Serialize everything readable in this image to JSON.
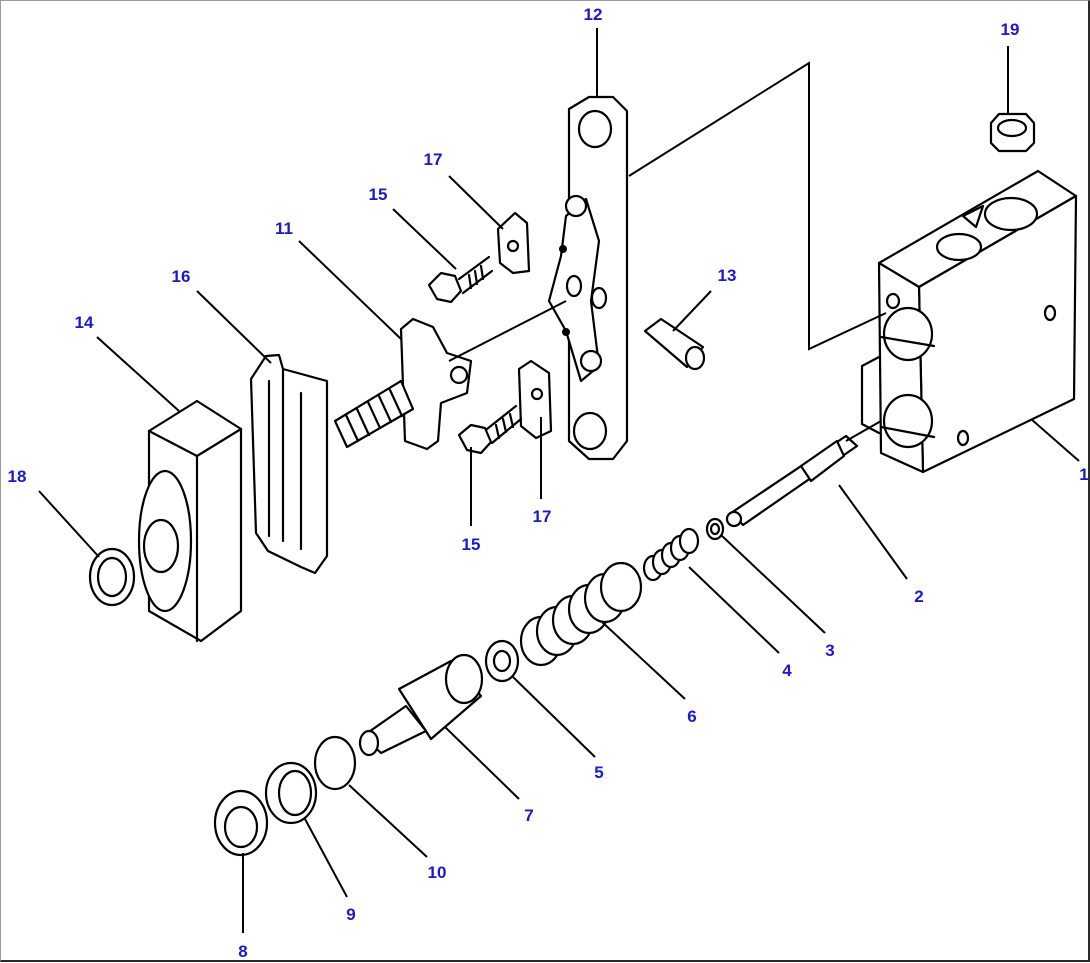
{
  "diagram": {
    "callouts": [
      {
        "id": "c1",
        "label": "1"
      },
      {
        "id": "c2",
        "label": "2"
      },
      {
        "id": "c3",
        "label": "3"
      },
      {
        "id": "c4",
        "label": "4"
      },
      {
        "id": "c5",
        "label": "5"
      },
      {
        "id": "c6",
        "label": "6"
      },
      {
        "id": "c7",
        "label": "7"
      },
      {
        "id": "c8",
        "label": "8"
      },
      {
        "id": "c9",
        "label": "9"
      },
      {
        "id": "c10",
        "label": "10"
      },
      {
        "id": "c11",
        "label": "11"
      },
      {
        "id": "c12",
        "label": "12"
      },
      {
        "id": "c13",
        "label": "13"
      },
      {
        "id": "c14",
        "label": "14"
      },
      {
        "id": "c15a",
        "label": "15"
      },
      {
        "id": "c15b",
        "label": "15"
      },
      {
        "id": "c16",
        "label": "16"
      },
      {
        "id": "c17a",
        "label": "17"
      },
      {
        "id": "c17b",
        "label": "17"
      },
      {
        "id": "c18",
        "label": "18"
      },
      {
        "id": "c19",
        "label": "19"
      }
    ],
    "colors": {
      "line": "#000000",
      "callout_text": "#1a1acc",
      "background": "#ffffff"
    }
  }
}
